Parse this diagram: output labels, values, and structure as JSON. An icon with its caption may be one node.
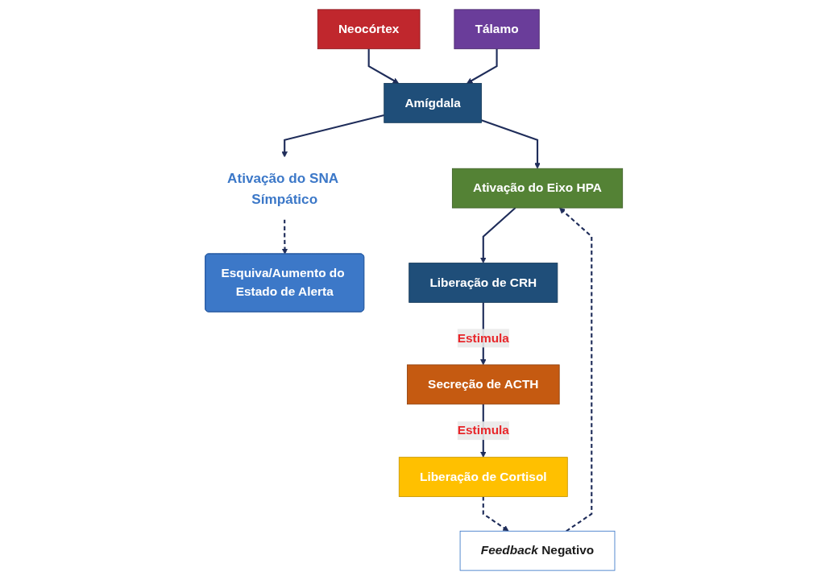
{
  "diagram": {
    "nodes": [
      {
        "text": [
          "Neocórtex"
        ]
      },
      {
        "text": [
          "Tálamo"
        ]
      },
      {
        "text": [
          "Amígdala"
        ]
      },
      {
        "text": [
          "Ativação do SNA Símpático"
        ]
      },
      {
        "text": [
          "Esquiva/Aumento do Estado de Alerta"
        ]
      },
      {
        "text": [
          "Ativação do Eixo HPA"
        ]
      },
      {
        "text": [
          "Liberação de CRH"
        ]
      },
      {
        "text": [
          "*Feedback* Negativo"
        ]
      },
      {
        "text": [
          "Secreção de ACTH"
        ]
      },
      {
        "text": [
          "Liberação de Cortisol"
        ]
      }
    ],
    "edges": [
      {
        "from": 0,
        "to": 2,
        "arrow": "to"
      },
      {
        "from": 1,
        "to": 2,
        "arrow": "to"
      },
      {
        "from": 2,
        "to": 3,
        "arrow": "to"
      },
      {
        "from": 3,
        "to": 4,
        "arrow": "to",
        "style": "dashed"
      },
      {
        "from": 2,
        "to": 5,
        "arrow": "to"
      },
      {
        "from": 5,
        "to": 6,
        "arrow": "to"
      },
      {
        "from": 6,
        "to": 8,
        "arrow": "to",
        "label": "Estimula"
      },
      {
        "from": 8,
        "to": 9,
        "arrow": "to",
        "label": "Estimula"
      },
      {
        "from": 9,
        "to": 7,
        "arrow": "to",
        "style": "dashed"
      },
      {
        "from": 7,
        "to": 5,
        "arrow": "to",
        "style": "dashed"
      }
    ]
  }
}
